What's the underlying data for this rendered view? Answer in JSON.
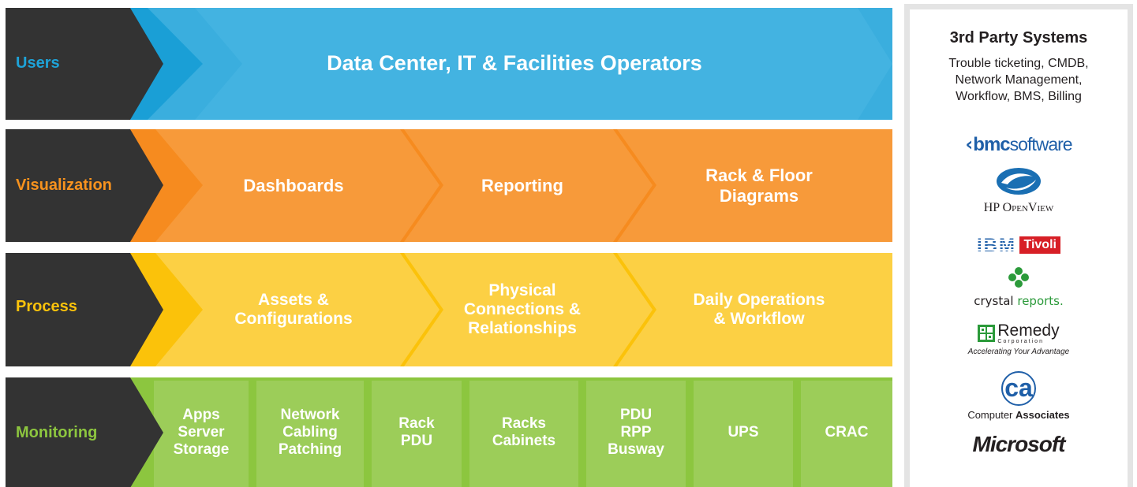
{
  "colors": {
    "dark": "#333333",
    "users": "#1ea3d8",
    "visualization": "#f7921e",
    "process": "#fcc30b",
    "monitoring": "#8dc63f"
  },
  "users": {
    "label": "Users",
    "main": "Data Center, IT & Facilities Operators"
  },
  "visualization": {
    "label": "Visualization",
    "items": [
      {
        "lines": [
          "Dashboards"
        ]
      },
      {
        "lines": [
          "Reporting"
        ]
      },
      {
        "lines": [
          "Rack & Floor",
          "Diagrams"
        ]
      }
    ]
  },
  "process": {
    "label": "Process",
    "items": [
      {
        "lines": [
          "Assets &",
          "Configurations"
        ]
      },
      {
        "lines": [
          "Physical",
          "Connections &",
          "Relationships"
        ]
      },
      {
        "lines": [
          "Daily Operations",
          "& Workflow"
        ]
      }
    ]
  },
  "monitoring": {
    "label": "Monitoring",
    "items": [
      {
        "lines": [
          "Apps",
          "Server",
          "Storage"
        ]
      },
      {
        "lines": [
          "Network",
          "Cabling",
          "Patching"
        ]
      },
      {
        "lines": [
          "Rack",
          "PDU"
        ]
      },
      {
        "lines": [
          "Racks",
          "Cabinets"
        ]
      },
      {
        "lines": [
          "PDU",
          "RPP",
          "Busway"
        ]
      },
      {
        "lines": [
          "UPS"
        ]
      },
      {
        "lines": [
          "CRAC"
        ]
      }
    ]
  },
  "third_party": {
    "title": "3rd Party Systems",
    "description_lines": [
      "Trouble ticketing, CMDB,",
      "Network Management,",
      "Workflow, BMS, Billing"
    ],
    "logos": {
      "bmc": {
        "bold": "bmc",
        "light": "software"
      },
      "hp": {
        "text": "HP OpenView"
      },
      "ibm": {
        "ibm": "IBM",
        "tivoli": "Tivoli"
      },
      "crystal": {
        "part1": "crystal",
        "part2": "reports"
      },
      "remedy": {
        "name": "Remedy",
        "corp": "Corporation",
        "tagline": "Accelerating Your Advantage"
      },
      "ca": {
        "mark": "ca",
        "part1": "Computer",
        "part2": "Associates"
      },
      "microsoft": {
        "text": "Microsoft"
      }
    }
  }
}
